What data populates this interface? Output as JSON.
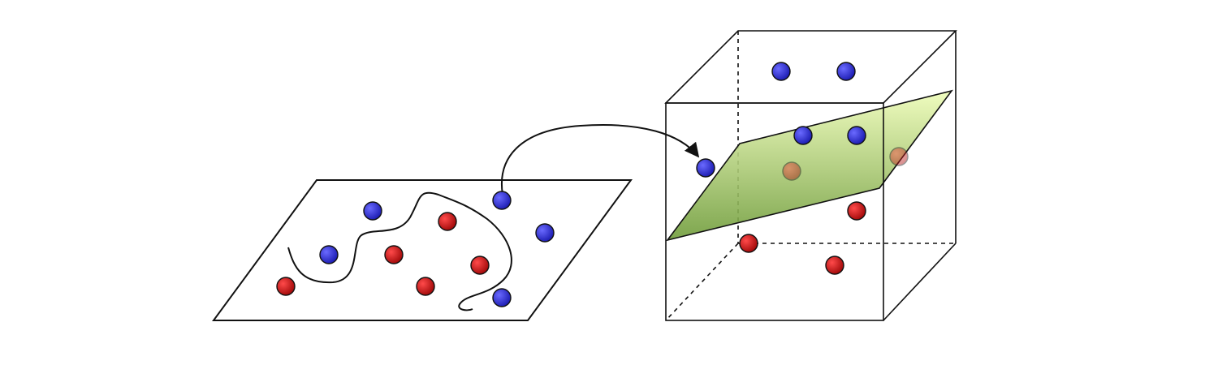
{
  "colors": {
    "background": "#ffffff",
    "stroke": "#111111",
    "class_a": "#2a2ad0",
    "class_b": "#c81010",
    "hyperplane_light": "#e4f7a8",
    "hyperplane_dark": "#6e9a3a"
  },
  "input_space": {
    "points": [
      {
        "class": "a"
      },
      {
        "class": "a"
      },
      {
        "class": "a"
      },
      {
        "class": "a"
      },
      {
        "class": "a"
      },
      {
        "class": "b"
      },
      {
        "class": "b"
      },
      {
        "class": "b"
      },
      {
        "class": "b"
      },
      {
        "class": "b"
      }
    ]
  },
  "feature_space": {
    "points": [
      {
        "class": "a"
      },
      {
        "class": "a"
      },
      {
        "class": "a"
      },
      {
        "class": "a"
      },
      {
        "class": "a"
      },
      {
        "class": "b"
      },
      {
        "class": "b"
      },
      {
        "class": "b"
      },
      {
        "class": "b"
      },
      {
        "class": "b"
      }
    ]
  },
  "icons": {
    "mapping": "curved-arrow-icon"
  }
}
